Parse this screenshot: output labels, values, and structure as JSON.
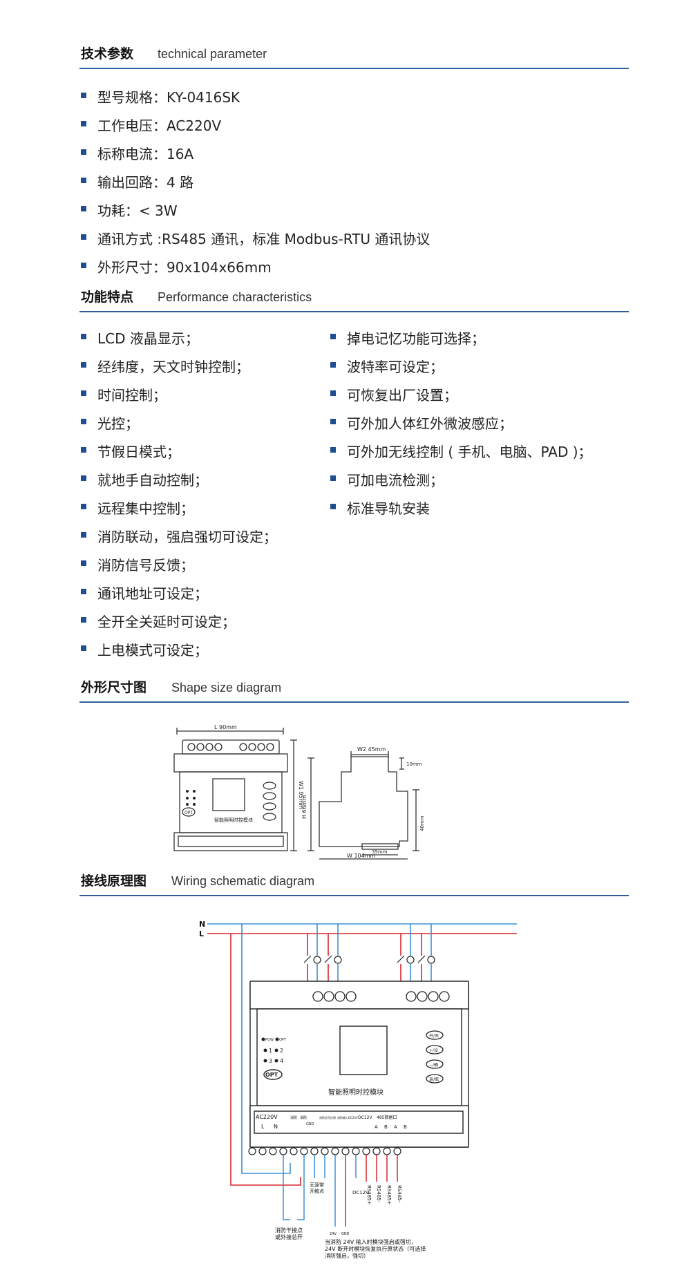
{
  "tech": {
    "title_cn": "技术参数",
    "title_en": "technical parameter",
    "items": [
      "型号规格：KY-0416SK",
      "工作电压：AC220V",
      "标称电流：16A",
      "输出回路：4 路",
      "功耗：< 3W",
      "通讯方式 :RS485 通讯，标准 Modbus-RTU 通讯协议",
      "外形尺寸：90x104x66mm"
    ]
  },
  "perf": {
    "title_cn": "功能特点",
    "title_en": "Performance  characteristics",
    "left": [
      "LCD 液晶显示；",
      "经纬度，天文时钟控制；",
      "时间控制；",
      "光控；",
      "节假日模式；",
      "就地手自动控制；",
      "远程集中控制；",
      "消防联动，强启强切可设定；",
      "消防信号反馈；",
      "通讯地址可设定；",
      "全开全关延时可设定；",
      "上电模式可设定；"
    ],
    "right": [
      "掉电记忆功能可选择；",
      "波特率可设定；",
      "可恢复出厂设置；",
      "可外加人体红外微波感应；",
      "可外加无线控制 ( 手机、电脑、PAD )；",
      "可加电流检测；",
      "标准导轨安装"
    ]
  },
  "shape": {
    "title_cn": "外形尺寸图",
    "title_en": "Shape size diagram",
    "dim_l": "L  90mm",
    "dim_w1": "W1  95mm",
    "dim_w2": "W2  45mm",
    "dim_10": "10mm",
    "dim_h": "H  66mm",
    "dim_40": "40mm",
    "dim_35": "35mm",
    "dim_w": "W   104mm",
    "module_name": "智能照明时控模块",
    "opt": "OPT"
  },
  "wiring": {
    "title_cn": "接线原理图",
    "title_en": "Wiring schematic diagram",
    "n_label": "N",
    "l_label": "L",
    "module_name": "智能照明时控模块",
    "opt": "OPT",
    "pow": "POW",
    "opt_small": "OPT",
    "led_1": "1",
    "led_2": "2",
    "led_3": "3",
    "led_4": "4",
    "btn_1": "开/关",
    "btn_2": "+/设",
    "btn_3": "−/确",
    "btn_4": "返/取",
    "term_ac": "AC220V",
    "term_l": "L",
    "term_n": "N",
    "term_fire1": "消防",
    "term_fire2": "消防",
    "term_gnd": "GND",
    "term_feedback": "消防信号反馈",
    "term_input": "消防输入DC24V",
    "term_dc": "DC12V",
    "term_485": "485数据口",
    "term_a": "A",
    "term_b": "B",
    "term_a2": "A",
    "term_b2": "B",
    "label_nc": "无源常\n开触点",
    "label_24v": "24V",
    "label_gnd": "GND",
    "label_dc12v": "DC12V",
    "label_rs485p": "RS485+",
    "label_rs485m": "RS485-",
    "label_rs485p2": "RS485+",
    "label_rs485m2": "RS485-",
    "label_fire_contact": "消防干接点\n或外接总开",
    "note": "当消防 24V 输入时模块强启或强切，\n24V 断开时模块恢复执行原状态（可选择\n消防强启，强切）"
  },
  "colors": {
    "accent": "#2f5f9e",
    "bullet": "#1f4f92",
    "wire_red": "#d8252c",
    "wire_blue": "#3b8fd6"
  }
}
